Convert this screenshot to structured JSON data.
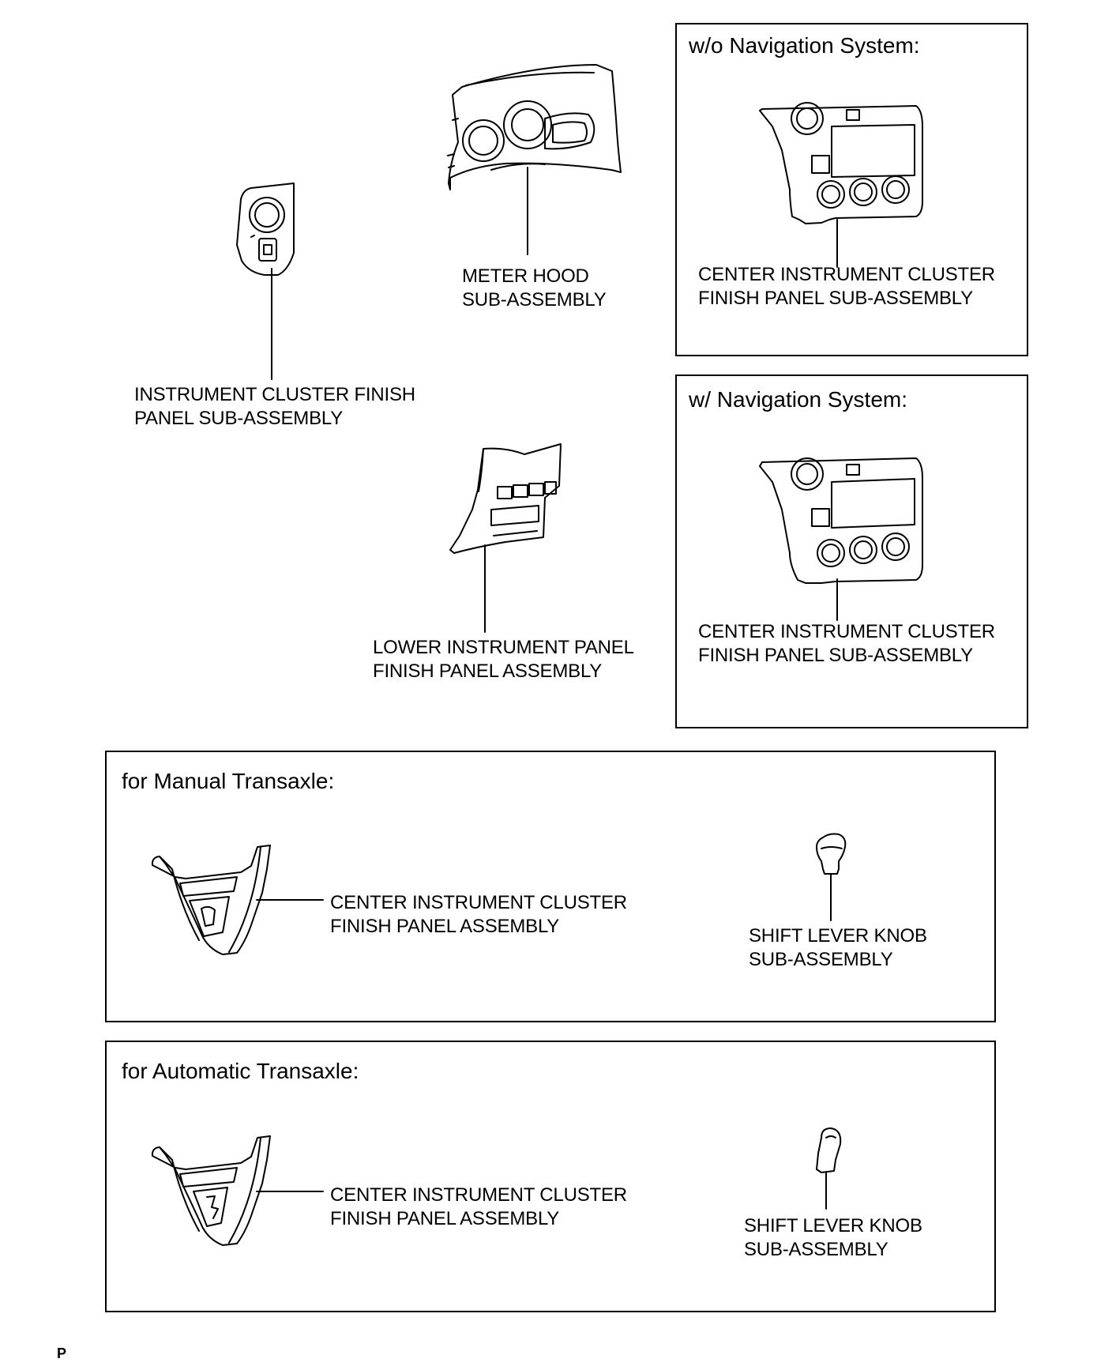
{
  "parts": {
    "meter_hood": [
      "METER HOOD",
      "SUB-ASSEMBLY"
    ],
    "instrument_cluster_finish_panel": [
      "INSTRUMENT CLUSTER FINISH",
      "PANEL SUB-ASSEMBLY"
    ],
    "lower_instrument_panel": [
      "LOWER INSTRUMENT PANEL",
      "FINISH PANEL ASSEMBLY"
    ]
  },
  "boxes": {
    "without_navigation": {
      "title": "w/o Navigation System:",
      "label": [
        "CENTER INSTRUMENT CLUSTER",
        "FINISH PANEL SUB-ASSEMBLY"
      ]
    },
    "with_navigation": {
      "title": "w/ Navigation System:",
      "label": [
        "CENTER INSTRUMENT CLUSTER",
        "FINISH PANEL SUB-ASSEMBLY"
      ]
    },
    "manual_transaxle": {
      "title": "for Manual Transaxle:",
      "panel_label": [
        "CENTER INSTRUMENT CLUSTER",
        "FINISH PANEL ASSEMBLY"
      ],
      "knob_label": [
        "SHIFT LEVER KNOB",
        "SUB-ASSEMBLY"
      ]
    },
    "automatic_transaxle": {
      "title": "for Automatic Transaxle:",
      "panel_label": [
        "CENTER INSTRUMENT CLUSTER",
        "FINISH PANEL ASSEMBLY"
      ],
      "knob_label": [
        "SHIFT LEVER KNOB",
        "SUB-ASSEMBLY"
      ]
    }
  },
  "footer": "P"
}
